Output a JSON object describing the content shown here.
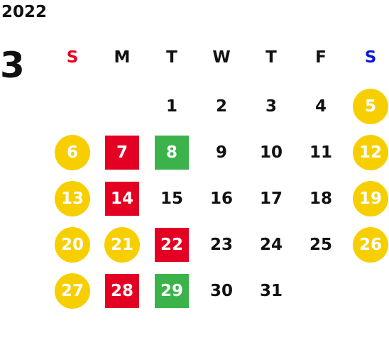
{
  "calendar": {
    "year": "2022",
    "month": "3",
    "weekdays": [
      {
        "label": "S",
        "color": "#e8001c"
      },
      {
        "label": "M",
        "color": "#111111"
      },
      {
        "label": "T",
        "color": "#111111"
      },
      {
        "label": "W",
        "color": "#111111"
      },
      {
        "label": "T",
        "color": "#111111"
      },
      {
        "label": "F",
        "color": "#111111"
      },
      {
        "label": "S",
        "color": "#0a18d6"
      }
    ],
    "colors": {
      "weekend_circle": "#f7cf00",
      "red_square": "#e30022",
      "green_square": "#3bb34a",
      "plain_text": "#111111"
    },
    "weeks": [
      [
        {
          "day": ""
        },
        {
          "day": ""
        },
        {
          "day": "1",
          "style": "plain"
        },
        {
          "day": "2",
          "style": "plain"
        },
        {
          "day": "3",
          "style": "plain"
        },
        {
          "day": "4",
          "style": "plain"
        },
        {
          "day": "5",
          "style": "circle"
        }
      ],
      [
        {
          "day": "6",
          "style": "circle"
        },
        {
          "day": "7",
          "style": "red"
        },
        {
          "day": "8",
          "style": "green"
        },
        {
          "day": "9",
          "style": "plain"
        },
        {
          "day": "10",
          "style": "plain"
        },
        {
          "day": "11",
          "style": "plain"
        },
        {
          "day": "12",
          "style": "circle"
        }
      ],
      [
        {
          "day": "13",
          "style": "circle"
        },
        {
          "day": "14",
          "style": "red"
        },
        {
          "day": "15",
          "style": "plain"
        },
        {
          "day": "16",
          "style": "plain"
        },
        {
          "day": "17",
          "style": "plain"
        },
        {
          "day": "18",
          "style": "plain"
        },
        {
          "day": "19",
          "style": "circle"
        }
      ],
      [
        {
          "day": "20",
          "style": "circle"
        },
        {
          "day": "21",
          "style": "circle"
        },
        {
          "day": "22",
          "style": "red"
        },
        {
          "day": "23",
          "style": "plain"
        },
        {
          "day": "24",
          "style": "plain"
        },
        {
          "day": "25",
          "style": "plain"
        },
        {
          "day": "26",
          "style": "circle"
        }
      ],
      [
        {
          "day": "27",
          "style": "circle"
        },
        {
          "day": "28",
          "style": "red"
        },
        {
          "day": "29",
          "style": "green"
        },
        {
          "day": "30",
          "style": "plain"
        },
        {
          "day": "31",
          "style": "plain"
        },
        {
          "day": ""
        },
        {
          "day": ""
        }
      ]
    ]
  }
}
